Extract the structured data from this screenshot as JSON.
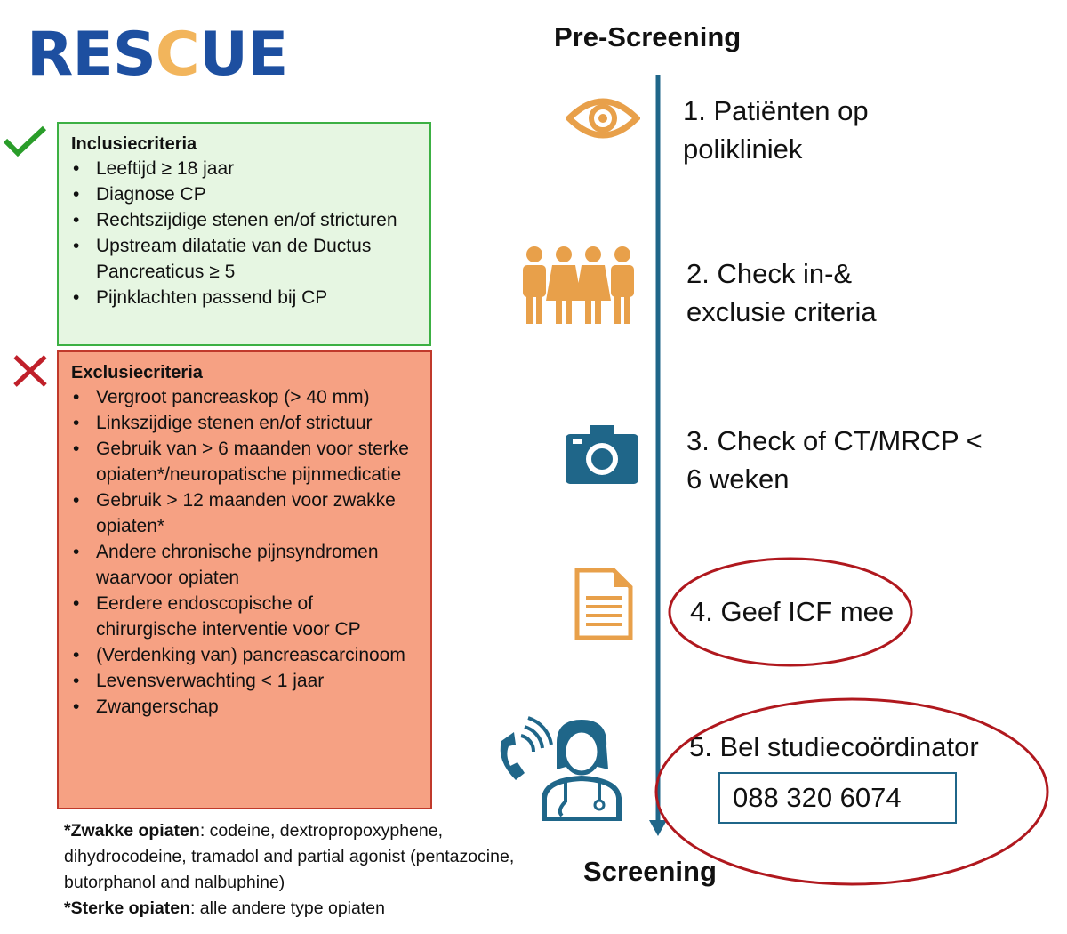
{
  "logo": "RESCUE",
  "inclusion": {
    "title": "Inclusiecriteria",
    "items": [
      "Leeftijd ≥ 18 jaar",
      "Diagnose CP",
      "Rechtszijdige stenen en/of stricturen",
      "Upstream dilatatie van de Ductus Pancreaticus ≥ 5",
      "Pijnklachten passend bij CP"
    ]
  },
  "exclusion": {
    "title": "Exclusiecriteria",
    "items": [
      "Vergroot pancreaskop (> 40 mm)",
      "Linkszijdige stenen en/of strictuur",
      "Gebruik van > 6 maanden voor sterke opiaten*/neuropatische pijnmedicatie",
      "Gebruik > 12 maanden voor zwakke opiaten*",
      "Andere chronische pijnsyndromen waarvoor opiaten",
      "Eerdere endoscopische of chirurgische interventie voor CP",
      "(Verdenking van) pancreascarcinoom",
      "Levensverwachting < 1 jaar",
      "Zwangerschap"
    ]
  },
  "notes": {
    "weak_label": "*Zwakke opiaten",
    "weak_text": ": codeine, dextropropoxyphene, dihydrocodeine, tramadol and partial agonist (pentazocine, butorphanol and nalbuphine)",
    "strong_label": "*Sterke opiaten",
    "strong_text": ": alle andere type opiaten"
  },
  "flow": {
    "top": "Pre-Screening",
    "bottom": "Screening",
    "steps": [
      "1. Patiënten op polikliniek",
      "2. Check in-& exclusie criteria",
      "3. Check of CT/MRCP < 6 weken",
      "4. Geef ICF mee",
      "5. Bel studiecoördinator"
    ],
    "phone": "088 320 6074"
  }
}
